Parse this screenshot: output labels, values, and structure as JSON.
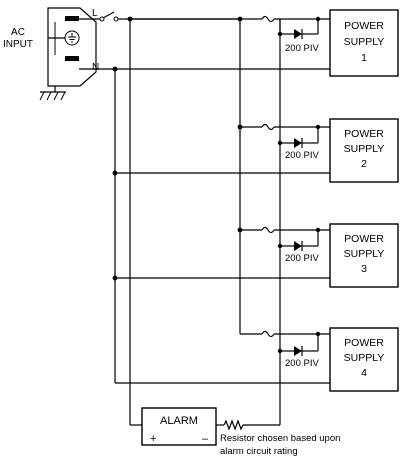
{
  "ac_input": {
    "label_line1": "AC",
    "label_line2": "INPUT",
    "line_label": "L",
    "neutral_label": "N"
  },
  "power_supplies": [
    {
      "line1": "POWER",
      "line2": "SUPPLY",
      "number": "1",
      "diode_label": "200 PIV"
    },
    {
      "line1": "POWER",
      "line2": "SUPPLY",
      "number": "2",
      "diode_label": "200 PIV"
    },
    {
      "line1": "POWER",
      "line2": "SUPPLY",
      "number": "3",
      "diode_label": "200 PIV"
    },
    {
      "line1": "POWER",
      "line2": "SUPPLY",
      "number": "4",
      "diode_label": "200 PIV"
    }
  ],
  "alarm": {
    "label": "ALARM",
    "plus": "+",
    "minus": "–"
  },
  "resistor_note": {
    "line1": "Resistor chosen based upon",
    "line2": "alarm circuit rating"
  }
}
